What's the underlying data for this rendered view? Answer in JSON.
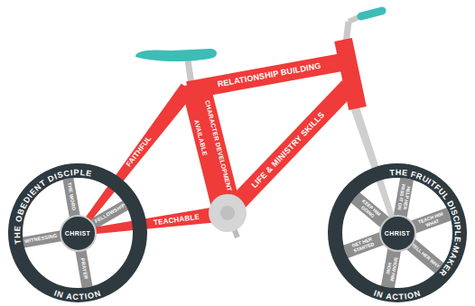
{
  "diagram": {
    "nodes": [
      {
        "text": [
          "THE OBEDIENT DISCIPLE",
          "IN ACTION"
        ]
      },
      {
        "text": [
          "CHRIST"
        ],
        "in": 0
      },
      {
        "text": [
          "THE FRUITFUL DISCIPLE-MAKER",
          "IN ACTION"
        ]
      },
      {
        "text": [
          "CHRIST"
        ],
        "in": 2
      }
    ],
    "labels": [
      "RELATIONSHIP BUILDING",
      "LIFE & MINISTRY SKILLS",
      "CHARACTER DEVELOPMENT",
      "AVAILABLE",
      "FAITHFUL",
      "TEACHABLE",
      "THE WORD",
      "FELLOWSHIP",
      "WITNESSING",
      "PRAYER",
      "HELP HER PASS IT ON",
      "KEEP HIM GOING",
      "TEACH HIM WHAT",
      "GET HER STARTED",
      "TELL HER WHY",
      "SHOW HIM HOW"
    ]
  }
}
